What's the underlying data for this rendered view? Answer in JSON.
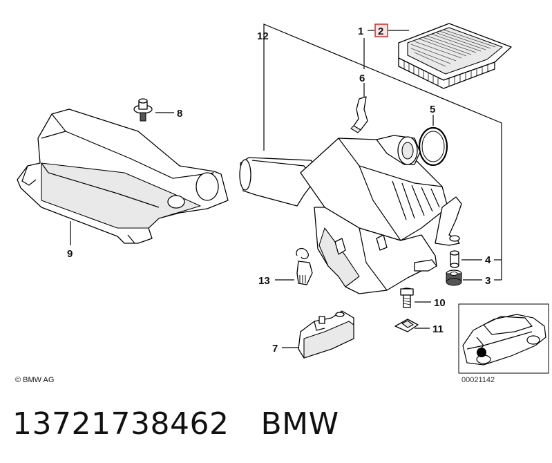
{
  "callouts": [
    {
      "id": "callout-1",
      "label": "1"
    },
    {
      "id": "callout-2",
      "label": "2",
      "highlight": true
    },
    {
      "id": "callout-3",
      "label": "3"
    },
    {
      "id": "callout-4",
      "label": "4"
    },
    {
      "id": "callout-5",
      "label": "5"
    },
    {
      "id": "callout-6",
      "label": "6"
    },
    {
      "id": "callout-7",
      "label": "7"
    },
    {
      "id": "callout-8",
      "label": "8"
    },
    {
      "id": "callout-9",
      "label": "9"
    },
    {
      "id": "callout-10",
      "label": "10"
    },
    {
      "id": "callout-11",
      "label": "11"
    },
    {
      "id": "callout-12",
      "label": "12"
    },
    {
      "id": "callout-13",
      "label": "13"
    }
  ],
  "copyright": "© BMW AG",
  "diagram_ref": "00021142",
  "caption": {
    "part_number": "13721738462",
    "brand": "BMW"
  },
  "colors": {
    "highlight": "#d62828",
    "highlight_fill": "#fbe3e3",
    "line": "#000000"
  }
}
